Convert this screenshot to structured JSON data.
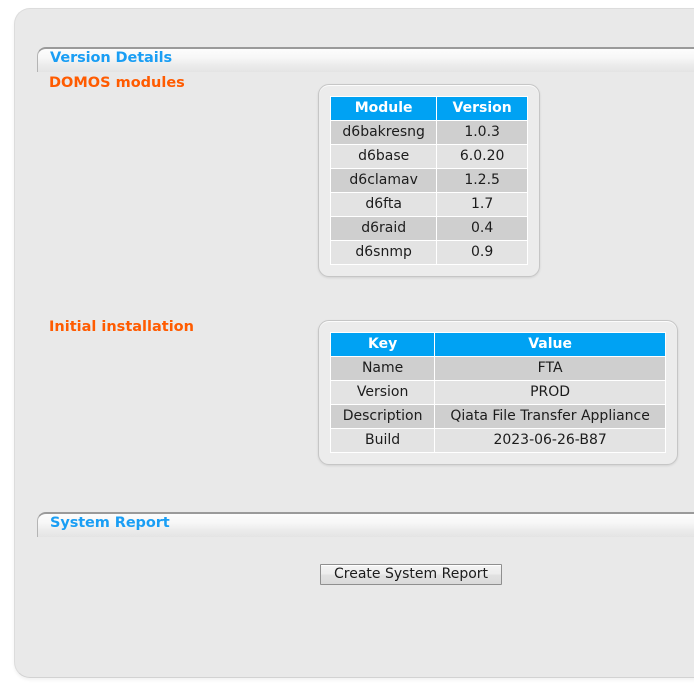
{
  "sections": {
    "version_details": {
      "title": "Version Details",
      "sub_heading": "DOMOS modules",
      "modules_table": {
        "headers": [
          "Module",
          "Version"
        ],
        "rows": [
          [
            "d6bakresng",
            "1.0.3"
          ],
          [
            "d6base",
            "6.0.20"
          ],
          [
            "d6clamav",
            "1.2.5"
          ],
          [
            "d6fta",
            "1.7"
          ],
          [
            "d6raid",
            "0.4"
          ],
          [
            "d6snmp",
            "0.9"
          ]
        ]
      },
      "initial_installation_heading": "Initial installation",
      "installation_table": {
        "headers": [
          "Key",
          "Value"
        ],
        "rows": [
          [
            "Name",
            "FTA"
          ],
          [
            "Version",
            "PROD"
          ],
          [
            "Description",
            "Qiata File Transfer Appliance"
          ],
          [
            "Build",
            "2023-06-26-B87"
          ]
        ]
      }
    },
    "system_report": {
      "title": "System Report",
      "create_button_label": "Create System Report"
    }
  },
  "colors": {
    "header_blue": "#1a9ef4",
    "sub_heading_orange": "#ff5b00",
    "table_header_blue": "#00a2f3",
    "row_odd": "#cfcfcf",
    "row_even": "#e3e3e3",
    "panel_background": "#e9e9e9"
  }
}
